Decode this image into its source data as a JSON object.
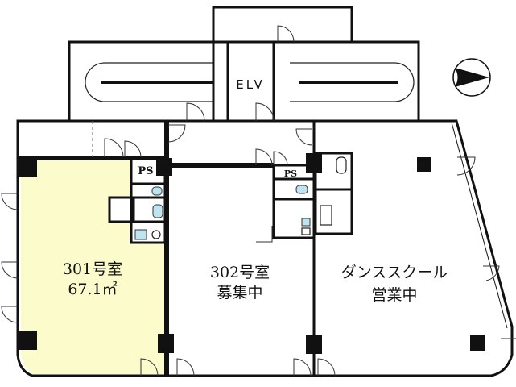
{
  "floor_plan": {
    "units": [
      {
        "name": "301号室",
        "area": "67.1㎡",
        "highlight_color": "#fbfbcc"
      },
      {
        "name": "302号室",
        "status": "募集中"
      },
      {
        "name": "ダンススクール",
        "status": "営業中"
      }
    ],
    "labels": {
      "elevator": "ELV",
      "ps_1": "PS",
      "ps_2": "PS"
    },
    "compass": {
      "icon": "north-arrow-icon",
      "direction": "right"
    }
  }
}
